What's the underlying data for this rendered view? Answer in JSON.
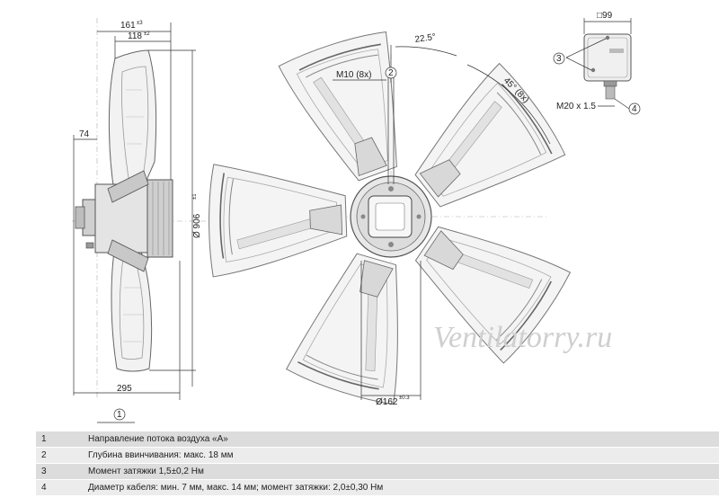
{
  "dimensions": {
    "width_161": "161",
    "tol_161": "±3",
    "width_118": "118",
    "tol_118": "±2",
    "offset_74": "74",
    "length_295": "295",
    "diameter_906": "Ø 906",
    "tol_906": "±1",
    "angle_22": "22.5°",
    "angle_45": "45° (8x)",
    "thread_m10": "M10 (8x)",
    "hub_162": "Ø162",
    "tol_162": "±0.3",
    "box_99": "□99",
    "cable_gland": "M20 x 1.5"
  },
  "callouts": {
    "c1": "1",
    "c2": "2",
    "c3": "3",
    "c4": "4"
  },
  "watermark": "Ventilatorry.ru",
  "legend": [
    {
      "num": "1",
      "text": "Направление потока воздуха «A»"
    },
    {
      "num": "2",
      "text": "Глубина ввинчивания: макс. 18 мм"
    },
    {
      "num": "3",
      "text": "Момент затяжки 1,5±0,2 Нм"
    },
    {
      "num": "4",
      "text": "Диаметр кабеля: мин. 7 мм, макс. 14 мм; момент затяжки: 2,0±0,30 Нм"
    }
  ]
}
